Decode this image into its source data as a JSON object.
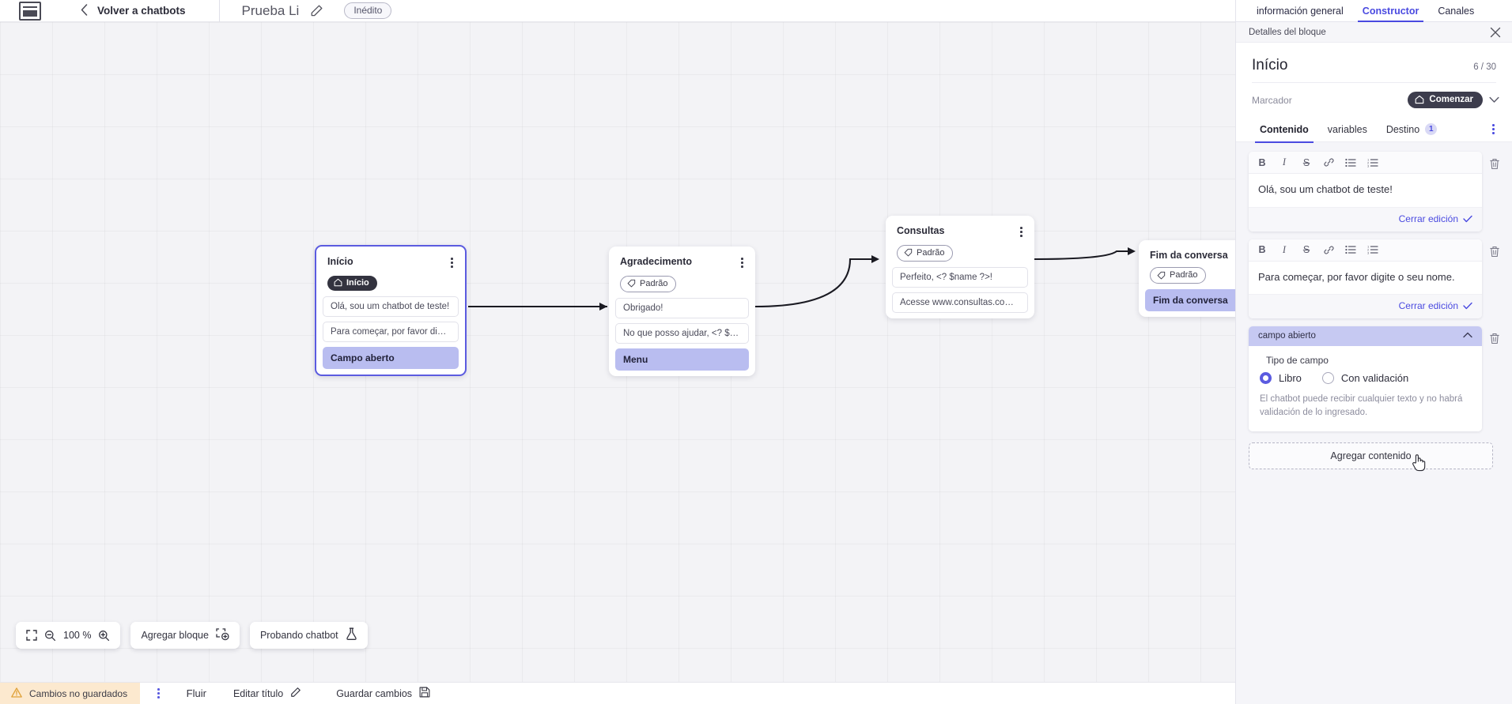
{
  "topbar": {
    "logo_name": "via-logo",
    "back_label": "Volver a chatbots",
    "bot_title": "Prueba Li",
    "edit_icon": "pencil-icon",
    "status_badge": "Inédito"
  },
  "canvas": {
    "nodes": [
      {
        "title": "Início",
        "tag": "Início",
        "tag_style": "dark",
        "tag_icon": "home-icon",
        "selected": true,
        "items": [
          {
            "text": "Olá, sou um chatbot de teste!",
            "highlight": false
          },
          {
            "text": "Para começar, por favor digite o ...",
            "highlight": false
          },
          {
            "text": "Campo aberto",
            "highlight": true
          }
        ]
      },
      {
        "title": "Agradecimento",
        "tag": "Padrão",
        "tag_style": "outline",
        "tag_icon": "tag-icon",
        "selected": false,
        "items": [
          {
            "text": "Obrigado!",
            "highlight": false
          },
          {
            "text": "No que posso ajudar, <? $name ...",
            "highlight": false
          },
          {
            "text": "Menu",
            "highlight": true
          }
        ]
      },
      {
        "title": "Consultas",
        "tag": "Padrão",
        "tag_style": "outline",
        "tag_icon": "tag-icon",
        "selected": false,
        "items": [
          {
            "text": "Perfeito, <? $name ?>!",
            "highlight": false
          },
          {
            "text": "Acesse www.consultas.com par...",
            "highlight": false
          }
        ]
      },
      {
        "title": "Fim da conversa",
        "tag": "Padrão",
        "tag_style": "outline",
        "tag_icon": "tag-icon",
        "selected": false,
        "items": [
          {
            "text": "Fim da conversa",
            "highlight": true
          }
        ]
      }
    ]
  },
  "float_toolbar": {
    "fit_icon": "fit-screen-icon",
    "zoom_out_icon": "zoom-out-icon",
    "zoom_level": "100 %",
    "zoom_in_icon": "zoom-in-icon",
    "add_block_label": "Agregar bloque",
    "add_block_icon": "add-block-icon",
    "test_label": "Probando chatbot",
    "test_icon": "flask-icon"
  },
  "statusbar": {
    "warning_icon": "warning-triangle-icon",
    "unsaved_label": "Cambios no guardados",
    "kebab_icon": "more-vertical-icon",
    "flow_tab": "Fluir",
    "edit_title_label": "Editar título",
    "edit_title_icon": "pencil-icon",
    "save_label": "Guardar cambios",
    "save_icon": "floppy-disk-icon"
  },
  "panel": {
    "tabs": [
      {
        "label": "información general",
        "active": false
      },
      {
        "label": "Constructor",
        "active": true
      },
      {
        "label": "Canales",
        "active": false
      }
    ],
    "subhead": "Detalles del bloque",
    "close_icon": "close-icon",
    "block_title": "Início",
    "block_count": "6 / 30",
    "marker_label": "Marcador",
    "marker_value": "Comenzar",
    "marker_icon": "home-icon",
    "marker_caret": "chevron-down-icon",
    "nav_tabs": [
      {
        "label": "Contenido",
        "badge": null,
        "active": true
      },
      {
        "label": "variables",
        "badge": null,
        "active": false
      },
      {
        "label": "Destino",
        "badge": "1",
        "active": false
      }
    ],
    "nav_kebab": "more-vertical-icon",
    "editor_toolbar": [
      {
        "name": "bold-icon",
        "glyph": "B"
      },
      {
        "name": "italic-icon",
        "glyph": "I"
      },
      {
        "name": "strikethrough-icon",
        "glyph": "S"
      },
      {
        "name": "link-icon",
        "glyph": "link"
      },
      {
        "name": "bullet-list-icon",
        "glyph": "ul"
      },
      {
        "name": "numbered-list-icon",
        "glyph": "ol"
      }
    ],
    "blocks": [
      {
        "text": "Olá, sou um chatbot de teste!",
        "close_edit_label": "Cerrar edición",
        "check_icon": "check-icon",
        "delete_icon": "trash-icon"
      },
      {
        "text": "Para começar, por favor digite o seu nome.",
        "close_edit_label": "Cerrar edición",
        "check_icon": "check-icon",
        "delete_icon": "trash-icon"
      }
    ],
    "field": {
      "header": "campo abierto",
      "collapse_icon": "chevron-up-icon",
      "delete_icon": "trash-icon",
      "legend": "Tipo de campo",
      "options": [
        {
          "label": "Libro",
          "selected": true
        },
        {
          "label": "Con validación",
          "selected": false
        }
      ],
      "help": "El chatbot puede recibir cualquier texto y no habrá validación de lo ingresado."
    },
    "add_content_label": "Agregar contenido",
    "cursor_icon": "pointing-hand-cursor"
  },
  "colors": {
    "accent": "#4a4ae0",
    "highlight": "#b9bdf0",
    "warning_bg": "#fce9cf",
    "dark_pill": "#3d3d4d",
    "canvas_bg": "#f3f3f6"
  }
}
